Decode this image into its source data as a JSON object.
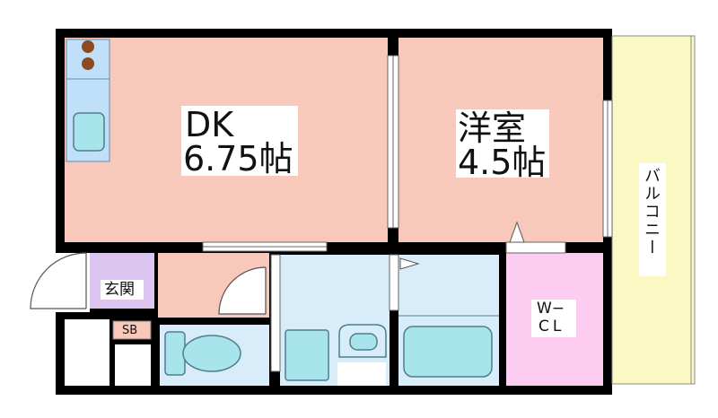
{
  "rooms": {
    "dk": {
      "name": "DK",
      "size": "6.75帖"
    },
    "western": {
      "name": "洋室",
      "size": "4.5帖"
    },
    "entrance": {
      "name": "玄関"
    },
    "shoe_box": {
      "name": "SB"
    },
    "closet": {
      "line1": "W−",
      "line2": "CL"
    },
    "balcony": {
      "name": "バルコニー"
    }
  },
  "colors": {
    "wall": "#000000",
    "room_pink": "#f8c8bb",
    "wet_blue": "#d8ecfa",
    "entrance_purple": "#dcc6f0",
    "closet_pink": "#fccdf0",
    "balcony_yellow": "#fbf8c4",
    "fixture": "#a8e4ec",
    "stove": "#8b4a22"
  }
}
